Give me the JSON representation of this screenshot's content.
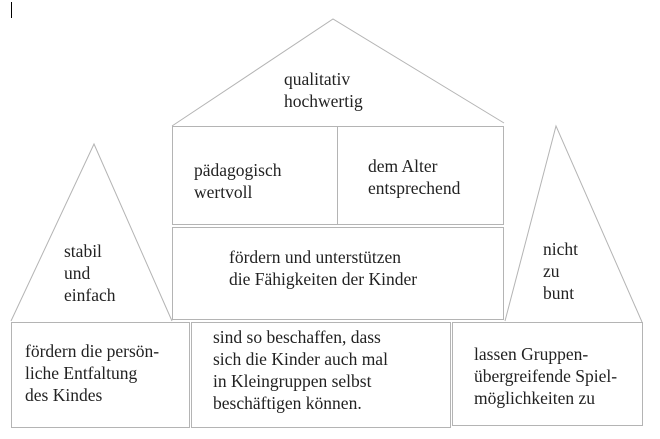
{
  "diagram": {
    "type": "house-diagram",
    "stroke_color": "#b4b4b4",
    "text_color": "#222222",
    "roof": {
      "lines": [
        "qualitativ",
        "hochwertig"
      ]
    },
    "upper_left_box": {
      "lines": [
        "pädagogisch",
        "wertvoll"
      ]
    },
    "upper_right_box": {
      "lines": [
        "dem Alter",
        "entsprechend"
      ]
    },
    "middle_box": {
      "lines": [
        "fördern und unterstützen",
        "die Fähigkeiten der Kinder"
      ]
    },
    "left_tower": {
      "lines": [
        "stabil",
        "und",
        "einfach"
      ]
    },
    "right_tower": {
      "lines": [
        "nicht",
        "zu",
        "bunt"
      ]
    },
    "bottom_left_box": {
      "lines": [
        "fördern die persön-",
        "liche Entfaltung",
        "des Kindes"
      ]
    },
    "bottom_middle_box": {
      "lines": [
        "sind so beschaffen, dass",
        "sich die Kinder auch mal",
        "in Kleingruppen selbst",
        "beschäftigen können."
      ]
    },
    "bottom_right_box": {
      "lines": [
        "lassen Gruppen-",
        "übergreifende Spiel-",
        "möglichkeiten zu"
      ]
    }
  }
}
